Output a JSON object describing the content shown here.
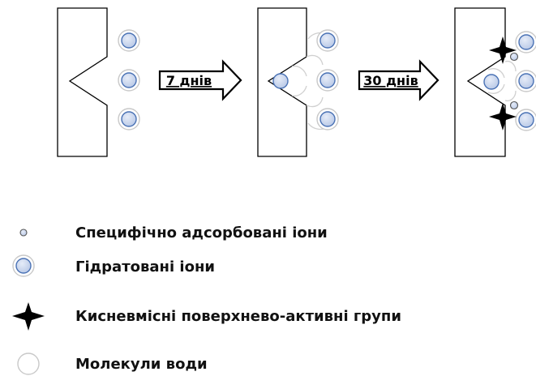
{
  "colors": {
    "ion_fill": "#c9d5ec",
    "ion_stroke": "#4a72b5",
    "halo_stroke": "#c0c0c0",
    "ink": "#000000"
  },
  "arrows": [
    {
      "label": "7 днів"
    },
    {
      "label": "30 днів"
    }
  ],
  "legend": [
    {
      "icon": "small-ion-icon",
      "label": "Специфічно адсорбовані  іони"
    },
    {
      "icon": "hydrated-ion-icon",
      "label": "Гідратовані іони"
    },
    {
      "icon": "star-icon",
      "label": "Кисневмісні поверхнево-активні  групи"
    },
    {
      "icon": "water-molecule-icon",
      "label": "Молекули води"
    }
  ]
}
